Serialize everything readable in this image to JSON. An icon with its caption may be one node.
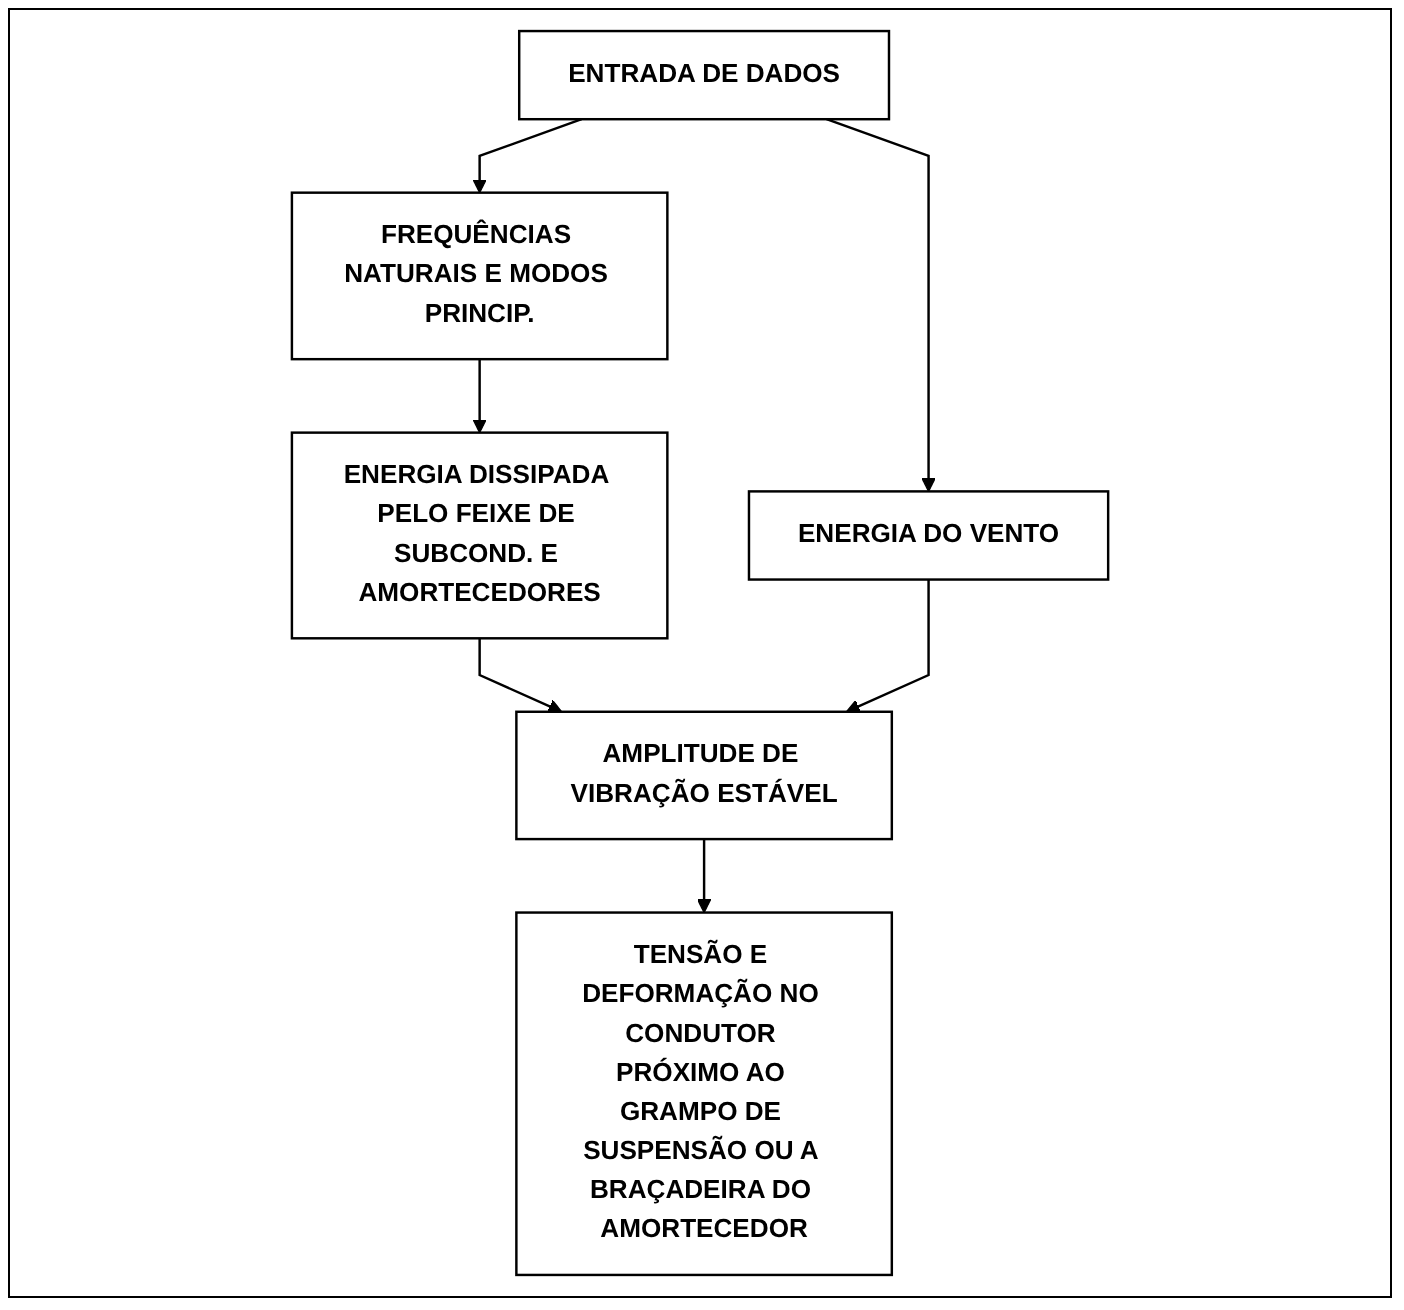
{
  "diagram": {
    "nodes": [
      {
        "text": [
          "ENTRADA DE DADOS"
        ]
      },
      {
        "text": [
          "ENERGIA DO VENTO"
        ]
      },
      {
        "text": [
          "FREQUÊNCIAS NATURAIS E MODOS PRINCIP."
        ]
      },
      {
        "text": [
          "ENERGIA DISSIPADA PELO FEIXE DE SUBCOND. E AMORTECEDORES"
        ]
      },
      {
        "text": [
          "AMPLITUDE DE VIBRAÇÃO ESTÁVEL"
        ]
      },
      {
        "text": [
          "TENSÃO E DEFORMAÇÃO NO CONDUTOR PRÓXIMO AO GRAMPO DE SUSPENSÃO OU A BRAÇADEIRA DO AMORTECEDOR"
        ]
      }
    ],
    "edges": [
      {
        "from": 0,
        "to": 1,
        "arrow": "to"
      },
      {
        "from": 0,
        "to": 2,
        "arrow": "to"
      },
      {
        "from": 2,
        "to": 3,
        "arrow": "to"
      },
      {
        "from": 3,
        "to": 4,
        "arrow": "to"
      },
      {
        "from": 1,
        "to": 4,
        "arrow": "to"
      },
      {
        "from": 4,
        "to": 5,
        "arrow": "to"
      }
    ]
  }
}
